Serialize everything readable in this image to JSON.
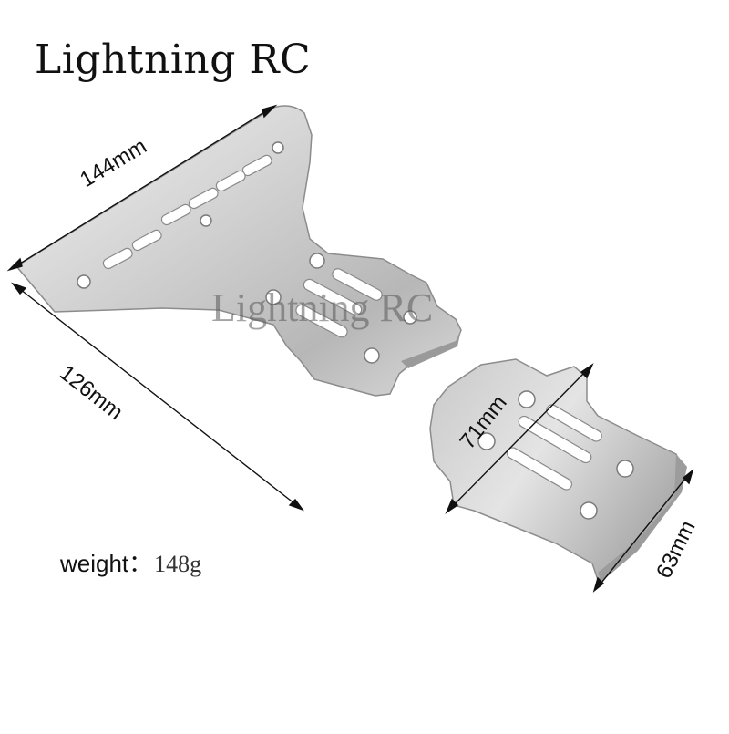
{
  "brand": {
    "title": "Lightning RC",
    "watermark": "Lightning RC"
  },
  "dimensions": {
    "front_width": "144mm",
    "front_length": "126mm",
    "rear_length": "71mm",
    "rear_width": "63mm"
  },
  "weight": {
    "label": "weight：",
    "value": "148g"
  },
  "colors": {
    "plate_light": "#e6e6e6",
    "plate_mid": "#b9b9b9",
    "plate_dark": "#8a8a8a",
    "text": "#111111"
  }
}
